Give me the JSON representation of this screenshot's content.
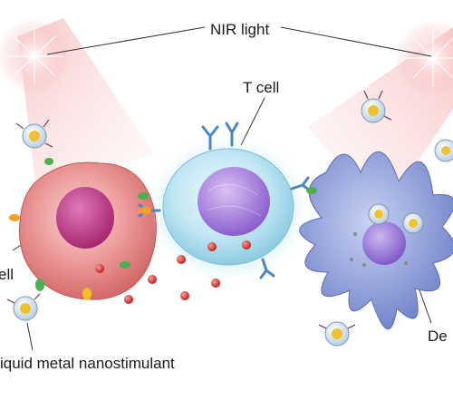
{
  "labels": {
    "nir_light": "NIR light",
    "t_cell": "T cell",
    "left_cell_fragment": "ell",
    "nanostimulant": "iquid metal nanostimulant",
    "right_cell_fragment": "De"
  },
  "colors": {
    "tumor_cell": "#e88b8b",
    "tumor_nucleus": "#c23a8a",
    "t_cell": "#b9e3f0",
    "t_cell_nucleus": "#a57ad9",
    "dendritic_cell": "#8fa0dd",
    "dendritic_nucleus": "#9b7fd8",
    "receptor": "#4c86c0",
    "antigen_green": "#4caf50",
    "antigen_orange": "#f2a024",
    "particle_red": "#d63a3a",
    "nir_beam": "#f6b8b8"
  }
}
